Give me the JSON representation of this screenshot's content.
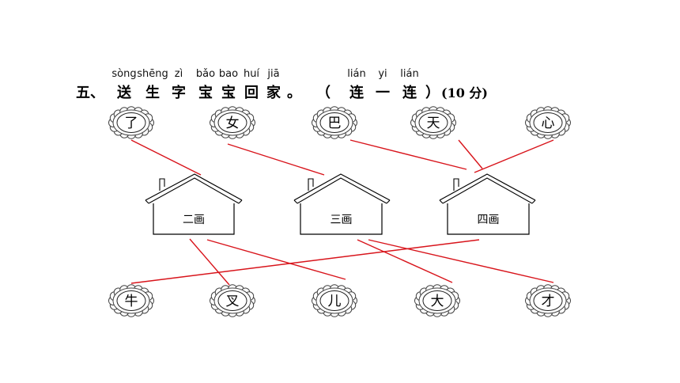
{
  "exercise": {
    "number": "五、",
    "title_chars": [
      {
        "char": "送",
        "pinyin": "sòng"
      },
      {
        "char": "生",
        "pinyin": "shēng"
      },
      {
        "char": "字",
        "pinyin": "zì"
      },
      {
        "char": "宝",
        "pinyin": "bǎo"
      },
      {
        "char": "宝",
        "pinyin": "bao"
      },
      {
        "char": "回",
        "pinyin": "huí"
      },
      {
        "char": "家",
        "pinyin": "jiā"
      },
      {
        "char": "。",
        "pinyin": ""
      },
      {
        "char": "（",
        "pinyin": ""
      },
      {
        "char": "连",
        "pinyin": "lián"
      },
      {
        "char": "一",
        "pinyin": "yi"
      },
      {
        "char": "连",
        "pinyin": "lián"
      },
      {
        "char": "）",
        "pinyin": ""
      }
    ],
    "points": "(10 分)"
  },
  "top_characters": [
    "了",
    "女",
    "巴",
    "天",
    "心"
  ],
  "houses": [
    "二画",
    "三画",
    "四画"
  ],
  "bottom_characters": [
    "牛",
    "叉",
    "儿",
    "大",
    "才"
  ],
  "matches": [
    {
      "row": "top",
      "index": 0,
      "house": 0
    },
    {
      "row": "top",
      "index": 1,
      "house": 1
    },
    {
      "row": "top",
      "index": 2,
      "house": 2
    },
    {
      "row": "top",
      "index": 3,
      "house": 2
    },
    {
      "row": "top",
      "index": 4,
      "house": 2
    },
    {
      "row": "bottom",
      "index": 0,
      "house": 2
    },
    {
      "row": "bottom",
      "index": 1,
      "house": 0
    },
    {
      "row": "bottom",
      "index": 2,
      "house": 0
    },
    {
      "row": "bottom",
      "index": 3,
      "house": 1
    },
    {
      "row": "bottom",
      "index": 4,
      "house": 1
    }
  ],
  "colors": {
    "line": "#d8141b",
    "ink": "#000000"
  }
}
